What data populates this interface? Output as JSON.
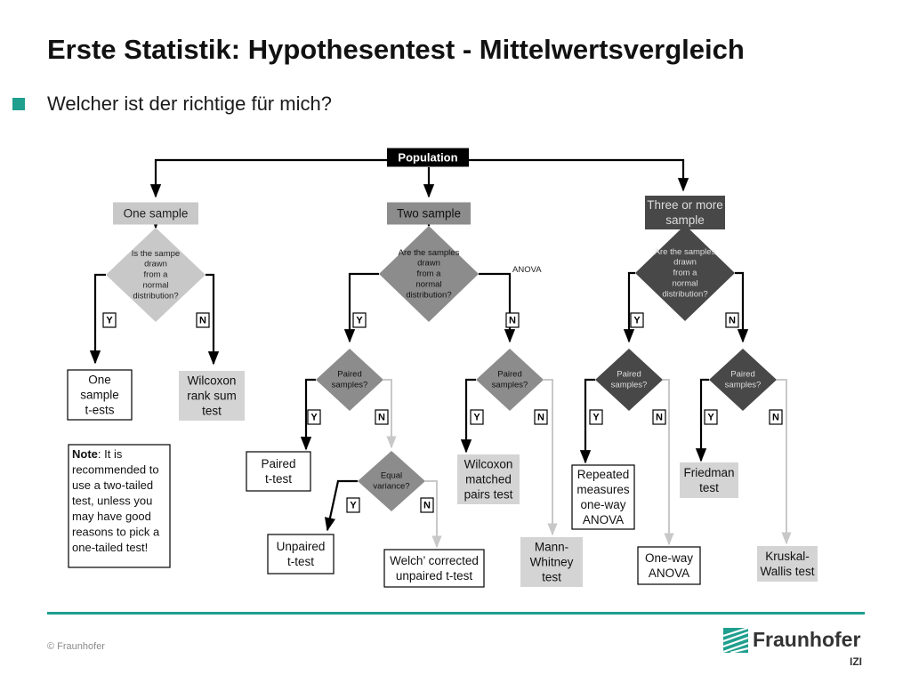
{
  "slide": {
    "title": "Erste Statistik: Hypothesentest - Mittelwertsvergleich",
    "bullet": "Welcher ist der richtige für mich?"
  },
  "colors": {
    "accent": "#1f9f8e",
    "dark": "#484848",
    "mid": "#8c8c8c",
    "light": "#c8c8c8",
    "black": "#000000"
  },
  "diagram": {
    "nodes": [
      {
        "id": "population",
        "kind": "banner",
        "lines": [
          "Population"
        ]
      },
      {
        "id": "one-sample",
        "kind": "category-light",
        "lines": [
          "One sample"
        ]
      },
      {
        "id": "two-sample",
        "kind": "category-mid",
        "lines": [
          "Two sample"
        ]
      },
      {
        "id": "three-sample",
        "kind": "category-dark",
        "lines": [
          "Three or more",
          "sample"
        ]
      },
      {
        "id": "normal-q1",
        "kind": "decision-light",
        "lines": [
          "Is the sampe",
          "drawn",
          "from a",
          "normal",
          "distribution?"
        ]
      },
      {
        "id": "normal-q2",
        "kind": "decision-mid",
        "lines": [
          "Are the samples",
          "drawn",
          "from a",
          "normal",
          "distribution?"
        ]
      },
      {
        "id": "normal-q3",
        "kind": "decision-dark",
        "lines": [
          "Are the samples",
          "drawn",
          "from a",
          "normal",
          "distribution?"
        ]
      },
      {
        "id": "paired-q1",
        "kind": "decision-mid",
        "lines": [
          "Paired",
          "samples?"
        ]
      },
      {
        "id": "paired-q2",
        "kind": "decision-mid",
        "lines": [
          "Paired",
          "samples?"
        ]
      },
      {
        "id": "paired-q3",
        "kind": "decision-dark",
        "lines": [
          "Paired",
          "samples?"
        ]
      },
      {
        "id": "paired-q4",
        "kind": "decision-dark",
        "lines": [
          "Paired",
          "samples?"
        ]
      },
      {
        "id": "variance-q",
        "kind": "decision-mid",
        "lines": [
          "Equal",
          "variance?"
        ]
      },
      {
        "id": "one-sample-t",
        "kind": "result-outline",
        "lines": [
          "One",
          "sample",
          "t-ests"
        ]
      },
      {
        "id": "wilcoxon-rank",
        "kind": "result-light",
        "lines": [
          "Wilcoxon",
          "rank sum",
          "test"
        ]
      },
      {
        "id": "paired-t",
        "kind": "result-outline",
        "lines": [
          "Paired",
          "t-test"
        ]
      },
      {
        "id": "unpaired-t",
        "kind": "result-outline",
        "lines": [
          "Unpaired",
          "t-test"
        ]
      },
      {
        "id": "welch-t",
        "kind": "result-outline",
        "lines": [
          "Welch’ corrected",
          "unpaired t-test"
        ]
      },
      {
        "id": "wilcoxon-matched",
        "kind": "result-light",
        "lines": [
          "Wilcoxon",
          "matched",
          "pairs test"
        ]
      },
      {
        "id": "mann-whitney",
        "kind": "result-light",
        "lines": [
          "Mann-",
          "Whitney",
          "test"
        ]
      },
      {
        "id": "repeated-anova",
        "kind": "result-outline",
        "lines": [
          "Repeated",
          "measures",
          "one-way",
          "ANOVA"
        ]
      },
      {
        "id": "oneway-anova",
        "kind": "result-outline",
        "lines": [
          "One-way",
          "ANOVA"
        ]
      },
      {
        "id": "friedman",
        "kind": "result-light",
        "lines": [
          "Friedman",
          "test"
        ]
      },
      {
        "id": "kruskal",
        "kind": "result-light",
        "lines": [
          "Kruskal-",
          "Wallis test"
        ]
      }
    ],
    "branch_labels": {
      "yes": "Y",
      "no": "N"
    },
    "anova_label": "ANOVA",
    "note": {
      "bold": "Note",
      "lines": [
        ": It is",
        "recommended to",
        "use a two-tailed",
        "test, unless you",
        "may have good",
        "reasons to pick a",
        "one-tailed test!"
      ]
    }
  },
  "footer": {
    "copyright": "© Fraunhofer",
    "logo_name": "Fraunhofer",
    "logo_sub": "IZI"
  }
}
